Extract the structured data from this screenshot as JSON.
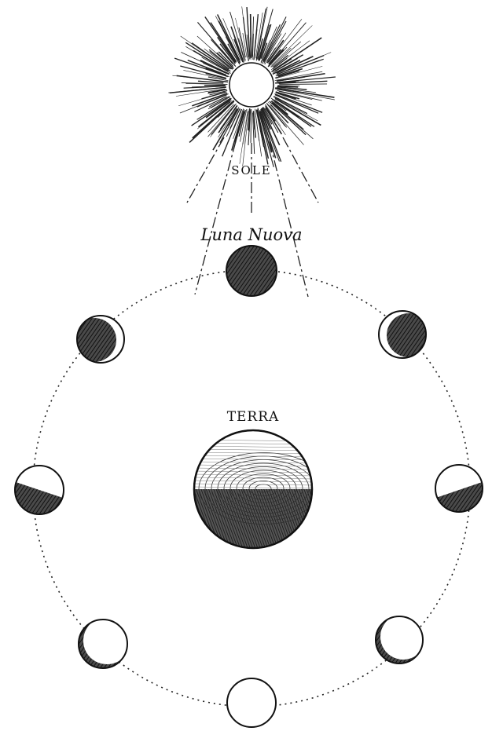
{
  "labels": {
    "sun": "SOLE",
    "new_moon": "Luna Nuova",
    "earth": "TERRA"
  },
  "colors": {
    "ink": "#111111",
    "shade": "#3a3a3a",
    "paper": "#ffffff"
  },
  "phases": [
    {
      "id": "new-moon",
      "lit_fraction": 0.0
    },
    {
      "id": "waxing-crescent",
      "lit_fraction": 0.15
    },
    {
      "id": "first-quarter",
      "lit_fraction": 0.5
    },
    {
      "id": "waxing-gibbous",
      "lit_fraction": 0.85
    },
    {
      "id": "full-moon",
      "lit_fraction": 1.0
    },
    {
      "id": "waning-gibbous",
      "lit_fraction": 0.85
    },
    {
      "id": "last-quarter",
      "lit_fraction": 0.5
    },
    {
      "id": "waning-crescent",
      "lit_fraction": 0.15
    }
  ]
}
